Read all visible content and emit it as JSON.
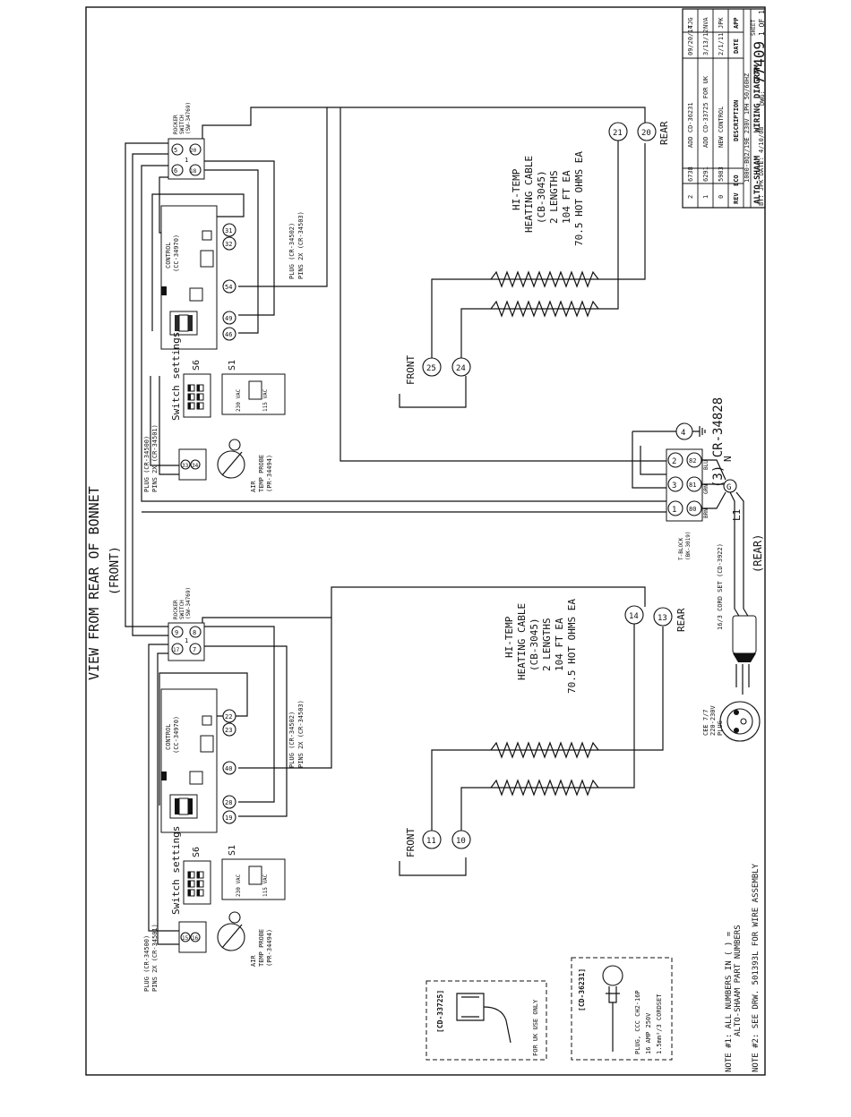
{
  "header": {
    "view_title": "VIEW FROM REAR OF BONNET",
    "view_sub": "(FRONT)"
  },
  "upper_circuit": {
    "rocker_label": [
      "ROCKER",
      "SWITCH",
      "(SW-34769)"
    ],
    "rocker_pins": [
      "5",
      "6",
      "1",
      "18",
      "20"
    ],
    "control_label": [
      "CONTROL",
      "(CC-34970)"
    ],
    "control_pins": [
      "31",
      "32",
      "54",
      "49",
      "46"
    ],
    "plug_label": [
      "PLUG (CR-34502)",
      "PINS 2X (CR-34503)"
    ],
    "switch_settings": "Switch settings",
    "s6": "S6",
    "s1": "S1",
    "vac230": "230 VAC",
    "vac115": "115 VAC",
    "probe_plug": [
      "PLUG (CR-34500)",
      "PINS 2X (CR-34501)"
    ],
    "probe_pins": [
      "33",
      "34"
    ],
    "probe_label": [
      "AIR",
      "TEMP PROBE",
      "(PR-34494)"
    ],
    "heater": [
      "HI-TEMP",
      "HEATING CABLE",
      "(CB-3045)",
      "2 LENGTHS",
      "104 FT EA",
      "70.5 HOT OHMS EA"
    ],
    "heater_pins": [
      "21",
      "20",
      "25",
      "24"
    ],
    "front": "FRONT",
    "rear": "REAR"
  },
  "lower_circuit": {
    "rocker_label": [
      "ROCKER",
      "SWITCH",
      "(SW-34769)"
    ],
    "rocker_pins": [
      "17",
      "9",
      "7",
      "1",
      "8"
    ],
    "control_label": [
      "CONTROL",
      "(CC-34970)"
    ],
    "control_pins": [
      "23",
      "22",
      "40",
      "28",
      "19"
    ],
    "plug_label": [
      "PLUG (CR-34502)",
      "PINS 2X (CR-34503)"
    ],
    "switch_settings": "Switch settings",
    "s6": "S6",
    "s1": "S1",
    "vac230": "230 VAC",
    "vac115": "115 VAC",
    "probe_plug": [
      "PLUG (CR-34500)",
      "PINS 2X (CR-34501)"
    ],
    "probe_pins": [
      "15",
      "16"
    ],
    "probe_label": [
      "AIR",
      "TEMP PROBE",
      "(PR-34494)"
    ],
    "heater": [
      "HI-TEMP",
      "HEATING CABLE",
      "(CB-3045)",
      "2 LENGTHS",
      "104 FT EA",
      "70.5 HOT OHMS EA"
    ],
    "heater_pins": [
      "14",
      "13",
      "11",
      "10"
    ],
    "front": "FRONT",
    "rear": "REAR"
  },
  "terminal": {
    "ground_pin": "4",
    "block_pins": [
      "2",
      "3",
      "1"
    ],
    "block_label": "(3) CR-34828",
    "wire_pins": [
      "82",
      "81",
      "80"
    ],
    "wire_colors": [
      "BLU",
      "GRN",
      "BRN"
    ],
    "n": "N",
    "l1": "L1",
    "g": "G",
    "tblock": [
      "T-BLOCK",
      "(BK-3019)"
    ],
    "cord": "16/3 CORD SET (CD-3922)",
    "rear": "(REAR)"
  },
  "plugs": {
    "cee": [
      "CEE 7/7",
      "220-230V",
      "PLUG"
    ],
    "uk_id": "[CD-33725]",
    "uk_note": "FOR UK USE ONLY",
    "cn_id": "[CD-36231]",
    "cn_lines": [
      "PLUG, CCC CH2-16P",
      "16 AMP 250V",
      "1.5mm²/3 CORDSET"
    ]
  },
  "notes": {
    "n1a": "NOTE #1: ALL NUMBERS IN ( ) =",
    "n1b": "ALTO-SHAAM PART NUMBERS",
    "n2": "NOTE #2: SEE DRW. 501393L FOR WIRE ASSEMBLY"
  },
  "title_block": {
    "rows": [
      [
        "2",
        "6738",
        "ADD CD-36231",
        "09/20/14",
        "TJG"
      ],
      [
        "1",
        "6291",
        "ADD CD-33725 FOR UK",
        "3/13/12",
        "NVA"
      ],
      [
        "0",
        "5983",
        "NEW CONTROL",
        "2/1/11",
        "JPK"
      ]
    ],
    "header": [
      "REV",
      "ECO",
      "DESCRIPTION",
      "DATE",
      "APP"
    ],
    "model": "1000-BQ2/19E 230V 1PH 50/60HZ",
    "company": "ALTO-SHAAM",
    "drawing_title": "WIRING DIAGRAM",
    "dwg_label": "DWG:",
    "dwg_no": "77409",
    "sheet_label": "SHEET",
    "sheet": "1 OF 1",
    "drawn": "BY: JPK  DATE: 4/10/08"
  }
}
